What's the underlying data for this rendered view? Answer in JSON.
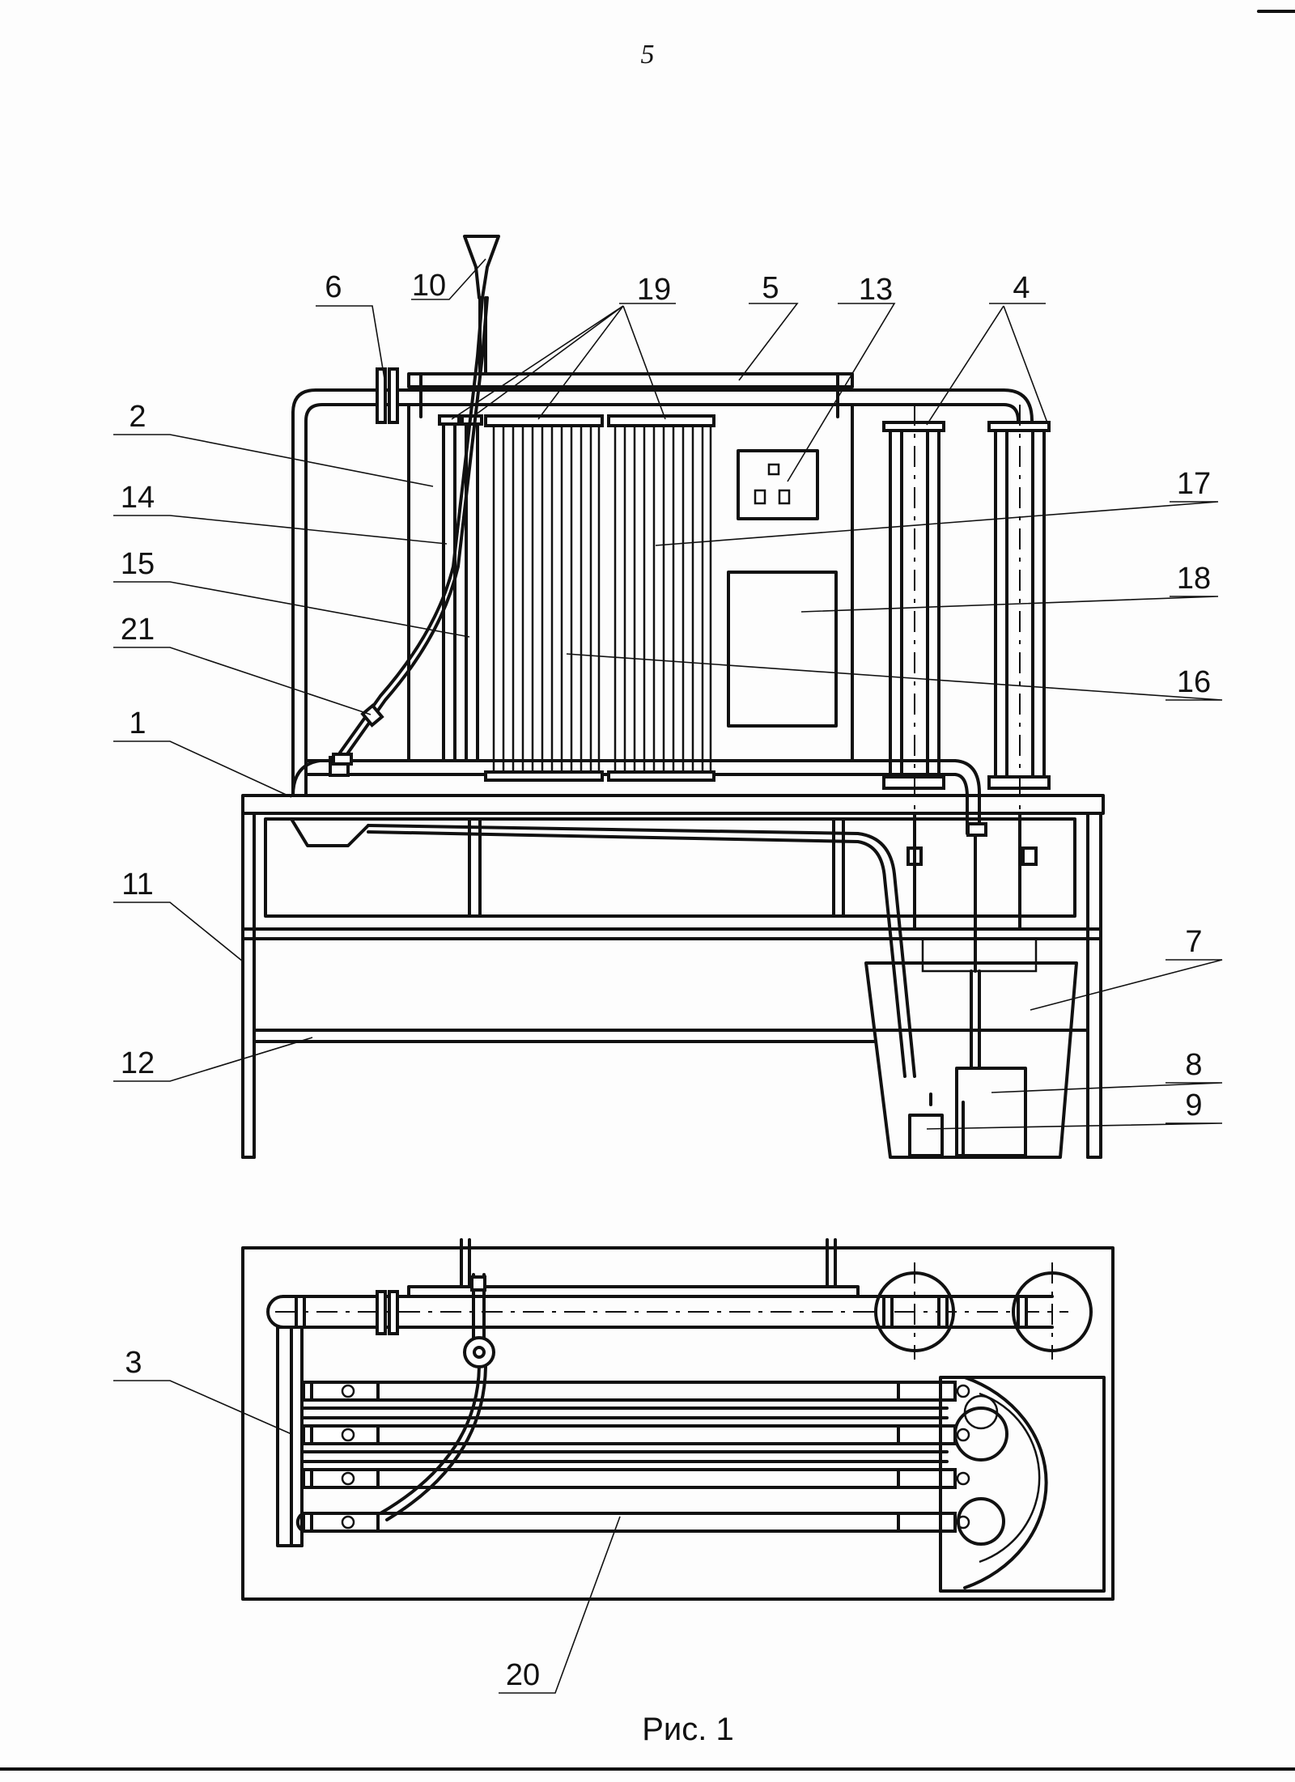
{
  "page_number": "5",
  "caption": "Рис. 1",
  "labels": {
    "l1": "1",
    "l2": "2",
    "l3": "3",
    "l4": "4",
    "l5": "5",
    "l6": "6",
    "l7": "7",
    "l8": "8",
    "l9": "9",
    "l10": "10",
    "l11": "11",
    "l12": "12",
    "l13": "13",
    "l14": "14",
    "l15": "15",
    "l16": "16",
    "l17": "17",
    "l18": "18",
    "l19": "19",
    "l20": "20",
    "l21": "21"
  }
}
